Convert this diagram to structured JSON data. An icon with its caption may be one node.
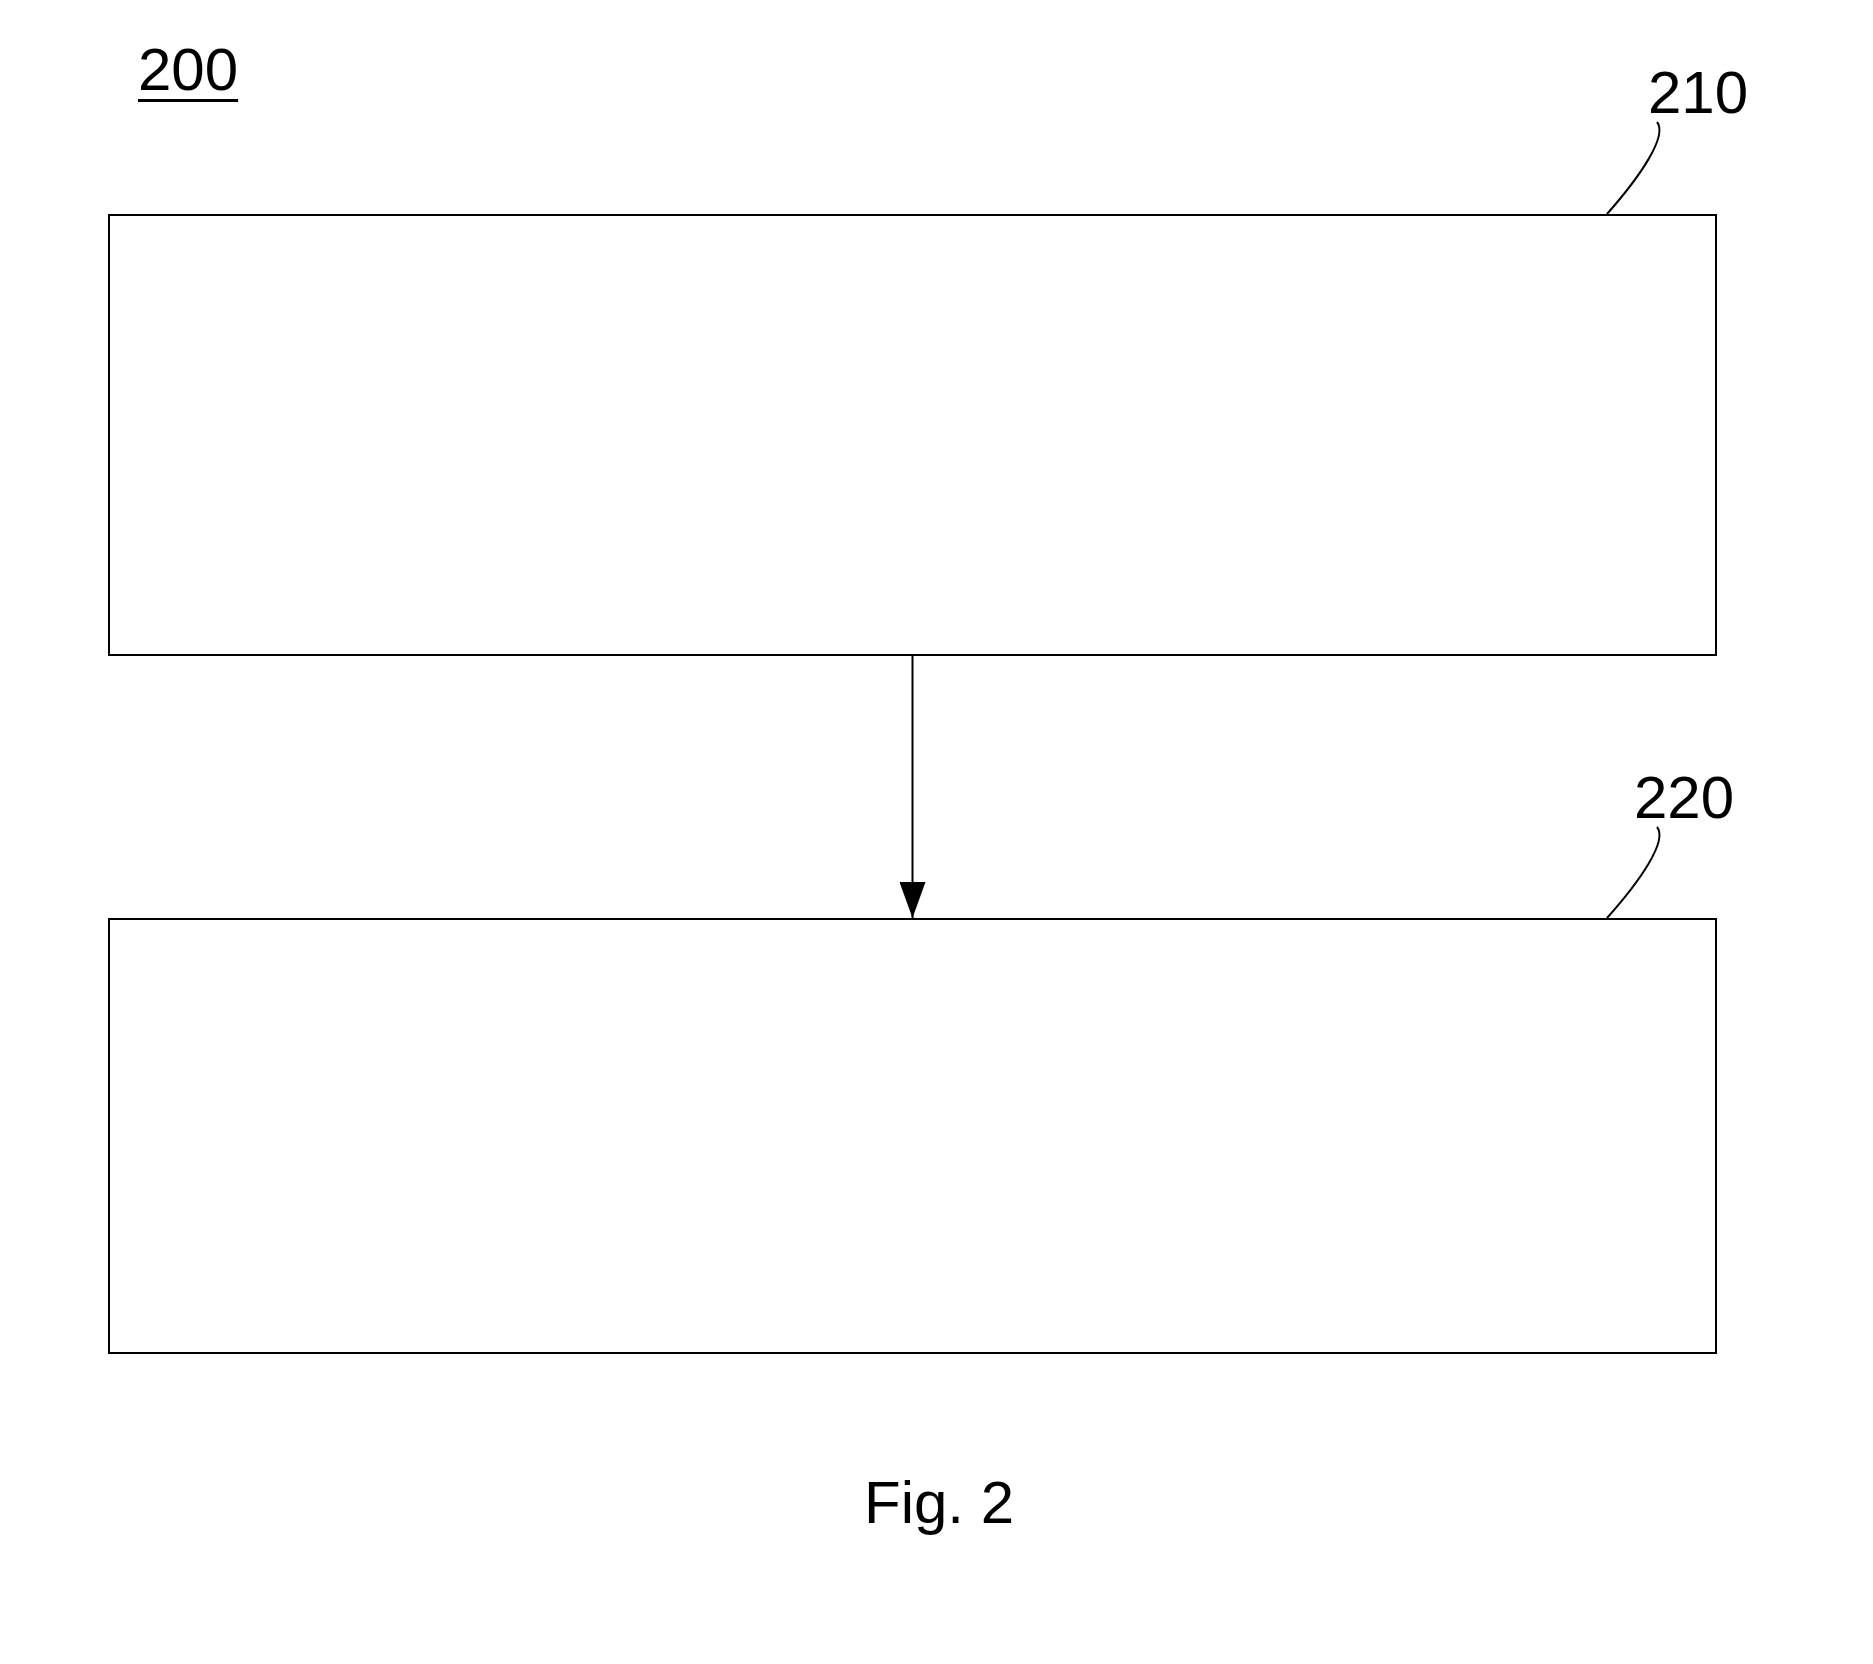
{
  "diagram": {
    "nodes": [
      {
        "text": [
          "210"
        ]
      },
      {
        "text": [],
        "shape": "box"
      },
      {
        "text": [
          "220"
        ]
      },
      {
        "text": [],
        "shape": "box"
      }
    ],
    "edges": [
      {
        "from": 1,
        "to": 3,
        "arrow": "to"
      },
      {
        "from": 0,
        "to": 1,
        "arrow": "none"
      },
      {
        "from": 2,
        "to": 3,
        "arrow": "none"
      }
    ],
    "labels": [
      "200"
    ],
    "caption": "Fig. 2"
  }
}
